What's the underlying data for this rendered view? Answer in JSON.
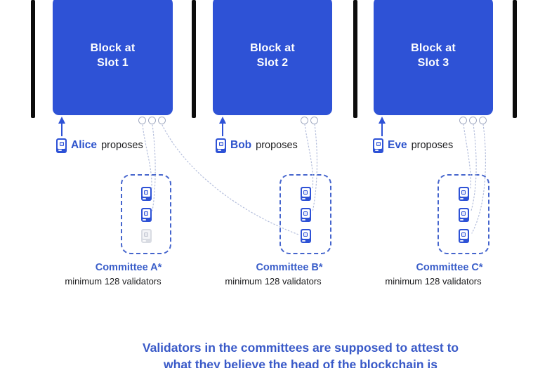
{
  "blocks": [
    {
      "label_line1": "Block at",
      "label_line2": "Slot 1",
      "proposer_name": "Alice",
      "proposer_action": "proposes",
      "attestation_circle_count": 3
    },
    {
      "label_line1": "Block at",
      "label_line2": "Slot 2",
      "proposer_name": "Bob",
      "proposer_action": "proposes",
      "attestation_circle_count": 2
    },
    {
      "label_line1": "Block at",
      "label_line2": "Slot 3",
      "proposer_name": "Eve",
      "proposer_action": "proposes",
      "attestation_circle_count": 3
    }
  ],
  "committees": [
    {
      "name": "Committee A*",
      "subtitle": "minimum 128 validators",
      "validator_states": [
        "active",
        "active",
        "inactive"
      ]
    },
    {
      "name": "Committee B*",
      "subtitle": "minimum 128 validators",
      "validator_states": [
        "active",
        "active",
        "active"
      ]
    },
    {
      "name": "Committee C*",
      "subtitle": "minimum 128 validators",
      "validator_states": [
        "active",
        "active",
        "active"
      ]
    }
  ],
  "caption": {
    "line1": "Validators in the committees are supposed to attest to",
    "line2": "what they believe the head of the blockchain is"
  },
  "colors": {
    "block_blue": "#2e52d6",
    "name_text_blue": "#2d53cc",
    "committee_title_blue": "#3a5ec9",
    "caption_blue": "#3a5ac8",
    "committee_border_blue": "#4565cd",
    "curve_dotted_gray_blue": "#b4bedc",
    "chain_bar_black": "#0c0c0c"
  }
}
